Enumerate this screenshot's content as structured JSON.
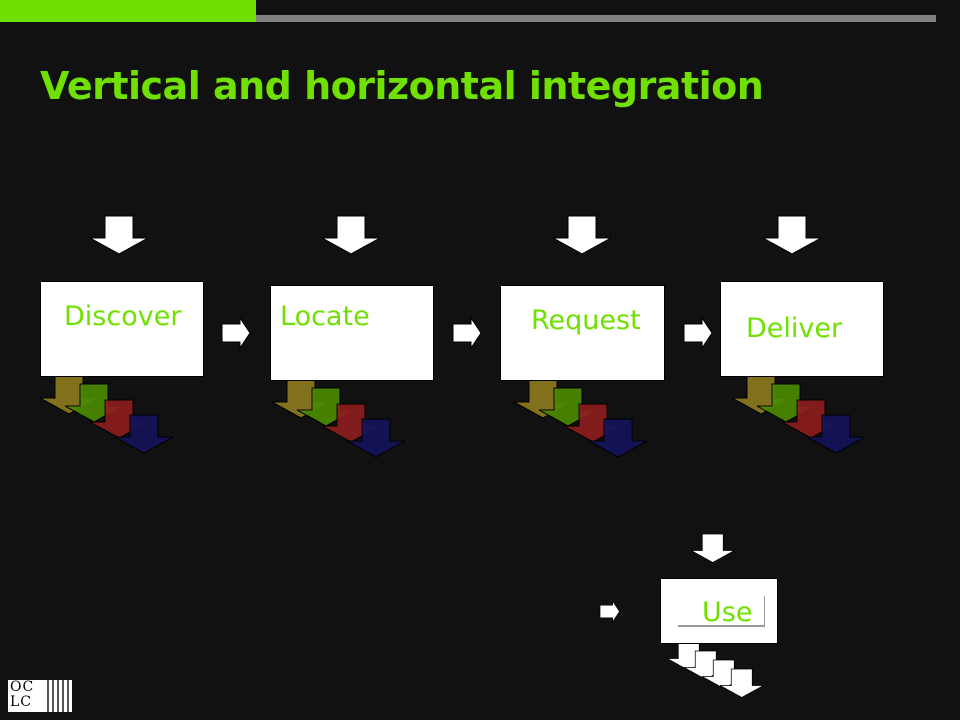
{
  "slide": {
    "title": "Vertical and horizontal integration",
    "steps": [
      "Discover",
      "Locate",
      "Request",
      "Deliver"
    ],
    "final_step": "Use",
    "logo_text": "OCLC",
    "colors": {
      "accent": "#6fe000",
      "bar_gray": "#808080",
      "arrow_olive": "#8c7a1e",
      "arrow_green": "#4a8a00",
      "arrow_red": "#8c1e1e",
      "arrow_navy": "#14145a"
    }
  }
}
